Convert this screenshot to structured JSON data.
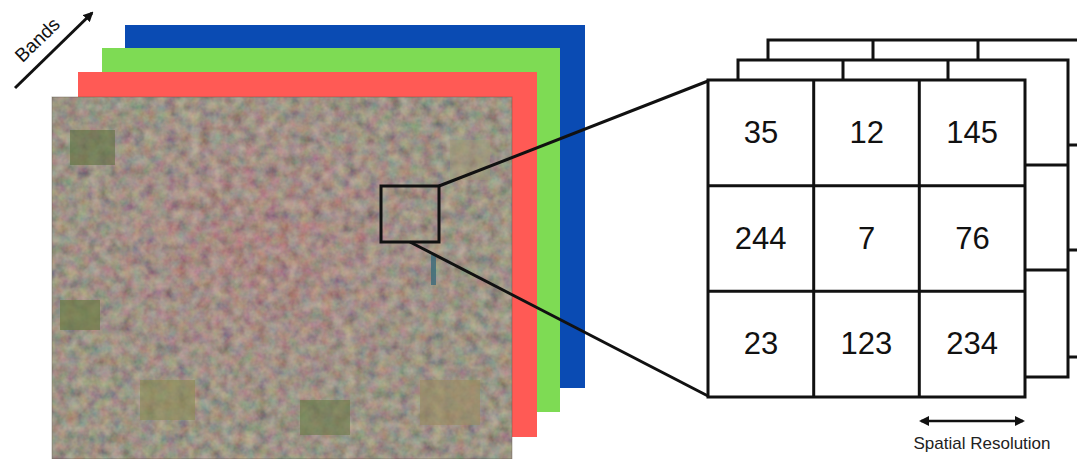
{
  "diagram": {
    "labels": [
      "Bands",
      "35",
      "12",
      "145",
      "244",
      "7",
      "76",
      "23",
      "123",
      "234",
      "Spatial Resolution"
    ]
  }
}
